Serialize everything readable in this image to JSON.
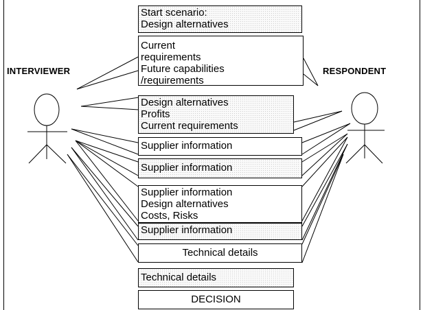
{
  "actors": {
    "interviewer": "INTERVIEWER",
    "respondent": "RESPONDENT"
  },
  "messages": [
    {
      "id": "start",
      "text": "Start scenario:\nDesign alternatives"
    },
    {
      "id": "current-future",
      "text": " Current\nrequirements\n Future capabilities\n/requirements"
    },
    {
      "id": "design-profits",
      "text": "Design alternatives\nProfits\nCurrent requirements"
    },
    {
      "id": "supplier-1",
      "text": "Supplier information"
    },
    {
      "id": "supplier-2",
      "text": "Supplier information"
    },
    {
      "id": "supplier-design-costs",
      "text": "Supplier information\nDesign alternatives\nCosts, Risks"
    },
    {
      "id": "supplier-3",
      "text": "Supplier information"
    },
    {
      "id": "technical-1",
      "text": "Technical details"
    },
    {
      "id": "technical-2",
      "text": "Technical details"
    },
    {
      "id": "decision",
      "text": "DECISION"
    }
  ]
}
